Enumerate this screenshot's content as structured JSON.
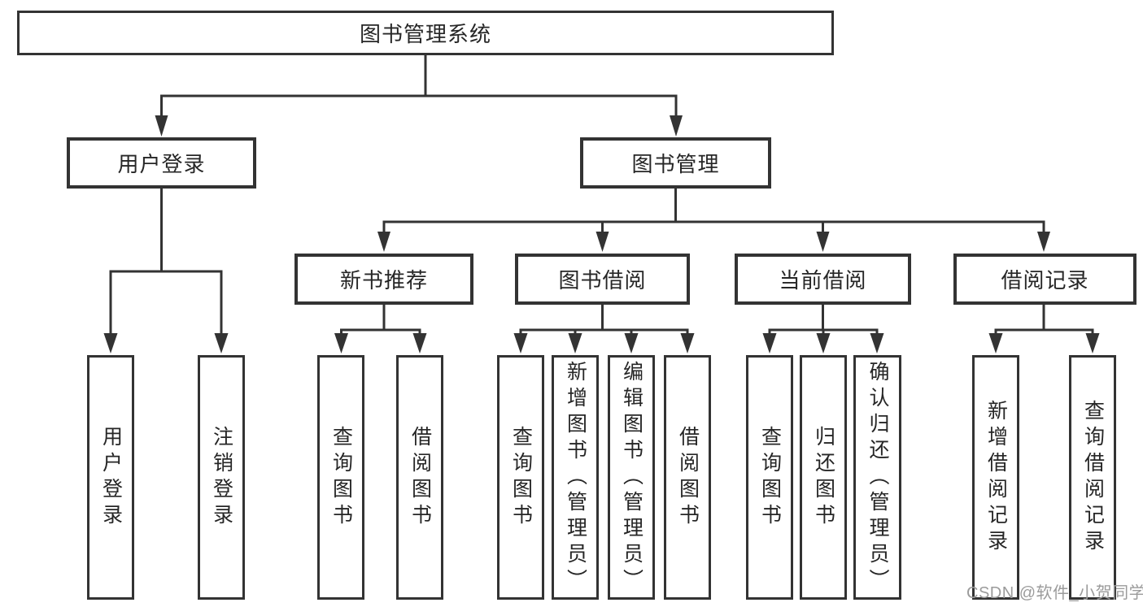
{
  "tree": {
    "root": "图书管理系统",
    "branches": [
      {
        "label": "用户登录",
        "children": [
          "用户登录",
          "注销登录"
        ]
      },
      {
        "label": "图书管理",
        "groups": [
          {
            "label": "新书推荐",
            "children": [
              "查询图书",
              "借阅图书"
            ]
          },
          {
            "label": "图书借阅",
            "children": [
              "查询图书",
              "新增图书（管理员）",
              "编辑图书（管理员）",
              "借阅图书"
            ]
          },
          {
            "label": "当前借阅",
            "children": [
              "查询图书",
              "归还图书",
              "确认归还（管理员）"
            ]
          },
          {
            "label": "借阅记录",
            "children": [
              "新增借阅记录",
              "查询借阅记录"
            ]
          }
        ]
      }
    ]
  },
  "watermark": "CSDN @软件_小贺同学",
  "colors": {
    "line": "#333333",
    "text": "#262626",
    "watermark": "#9b9b9b",
    "background": "#ffffff"
  }
}
